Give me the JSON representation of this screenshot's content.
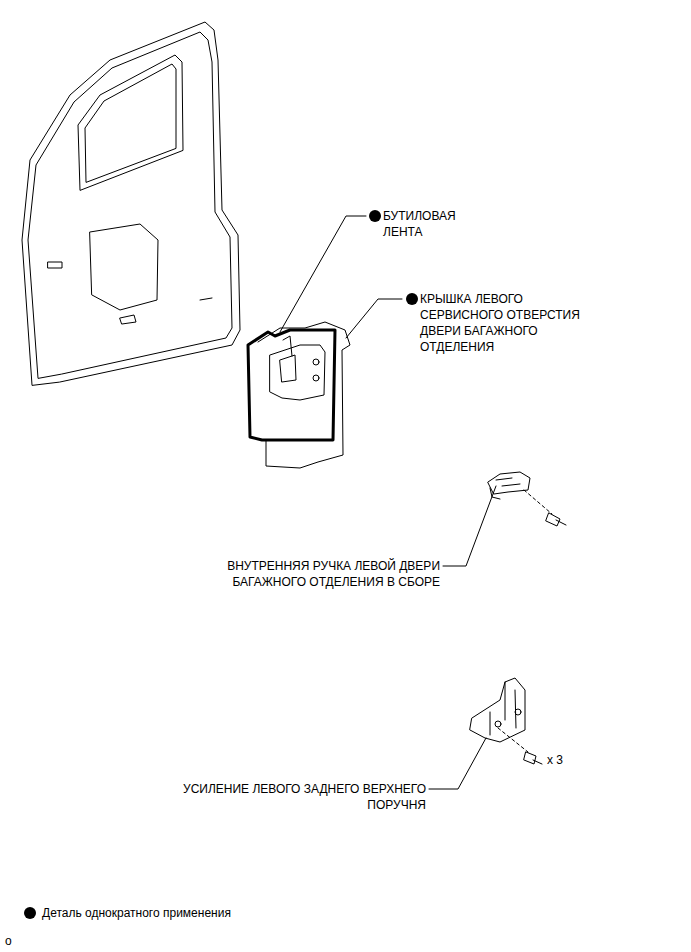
{
  "diagram": {
    "labels": [
      "БУТИЛОВАЯ ЛЕНТА",
      "КРЫШКА ЛЕВОГО СЕРВИСНОГО ОТВЕРСТИЯ ДВЕРИ БАГАЖНОГО ОТДЕЛЕНИЯ",
      "ВНУТРЕННЯЯ РУЧКА ЛЕВОЙ ДВЕРИ БАГАЖНОГО ОТДЕЛЕНИЯ В СБОРЕ",
      "УСИЛЕНИЕ ЛЕВОГО ЗАДНЕГО ВЕРХНЕГО ПОРУЧНЯ",
      "x 3",
      "o"
    ],
    "legend": [
      {
        "text": "Деталь однократного применения"
      }
    ]
  }
}
